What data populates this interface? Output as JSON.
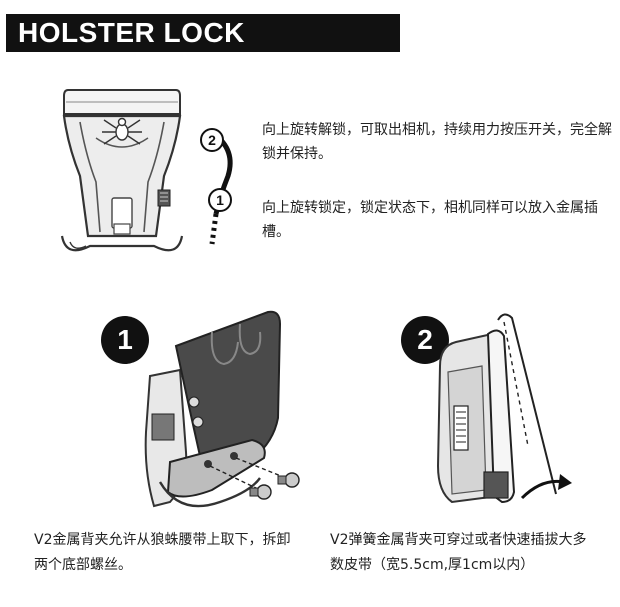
{
  "header": {
    "title": "HOLSTER LOCK OPERATION"
  },
  "lock_steps": {
    "step2_text": "向上旋转解锁，可取出相机，持续用力按压开关，完全解锁并保持。",
    "step1_text": "向上旋转锁定，锁定状态下，相机同样可以放入金属插槽。",
    "indicator_top": "2",
    "indicator_bottom": "1"
  },
  "panels": [
    {
      "badge": "1",
      "caption": "V2金属背夹允许从狼蛛腰带上取下，拆卸两个底部螺丝。"
    },
    {
      "badge": "2",
      "caption": "V2弹簧金属背夹可穿过或者快速插拔大多数皮带（宽5.5cm,厚1cm以内）"
    }
  ],
  "colors": {
    "title_bg": "#111111",
    "title_fg": "#ffffff",
    "badge_bg": "#111111"
  }
}
